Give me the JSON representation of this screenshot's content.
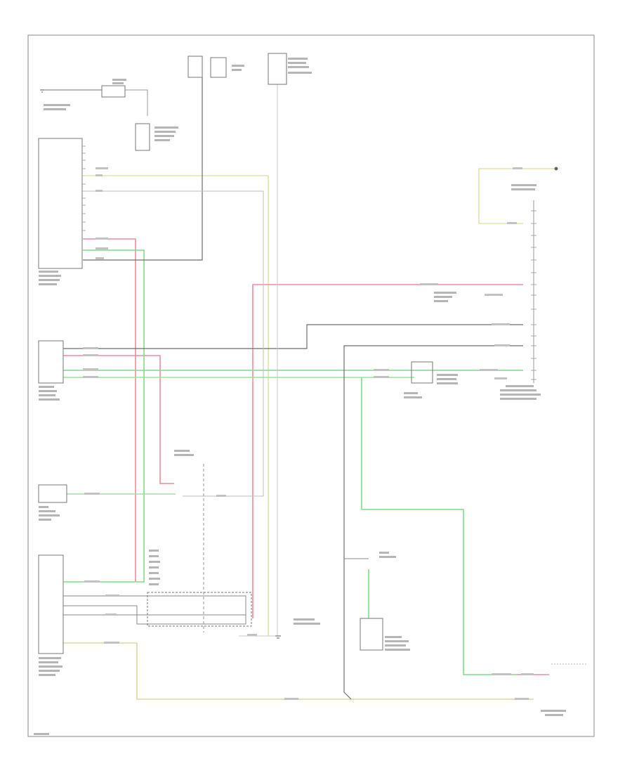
{
  "diagram": {
    "footer_code": "",
    "colors": {
      "frame": "#8a8a8a",
      "black_wire": "#6e6e6e",
      "yellow_wire": "#e6e3a8",
      "pink_wire": "#f08a9e",
      "green_wire": "#7fdc86",
      "gray_wire": "#bdbdbd",
      "component": "#777777"
    },
    "components": [
      {
        "id": "tcc-solenoid",
        "label": ""
      },
      {
        "id": "ign-fuse",
        "label": ""
      },
      {
        "id": "throttle-sensor",
        "label": ""
      },
      {
        "id": "pnp-switch",
        "label": ""
      },
      {
        "id": "cruise-module",
        "label": ""
      },
      {
        "id": "vss",
        "label": ""
      },
      {
        "id": "brake-switch",
        "label": ""
      },
      {
        "id": "engine-control-module",
        "label": ""
      },
      {
        "id": "data-link-connector",
        "label": ""
      },
      {
        "id": "brake-fluid-switch",
        "label": ""
      },
      {
        "id": "instrument-cluster",
        "label": ""
      },
      {
        "id": "ground-lower",
        "label": ""
      }
    ]
  }
}
